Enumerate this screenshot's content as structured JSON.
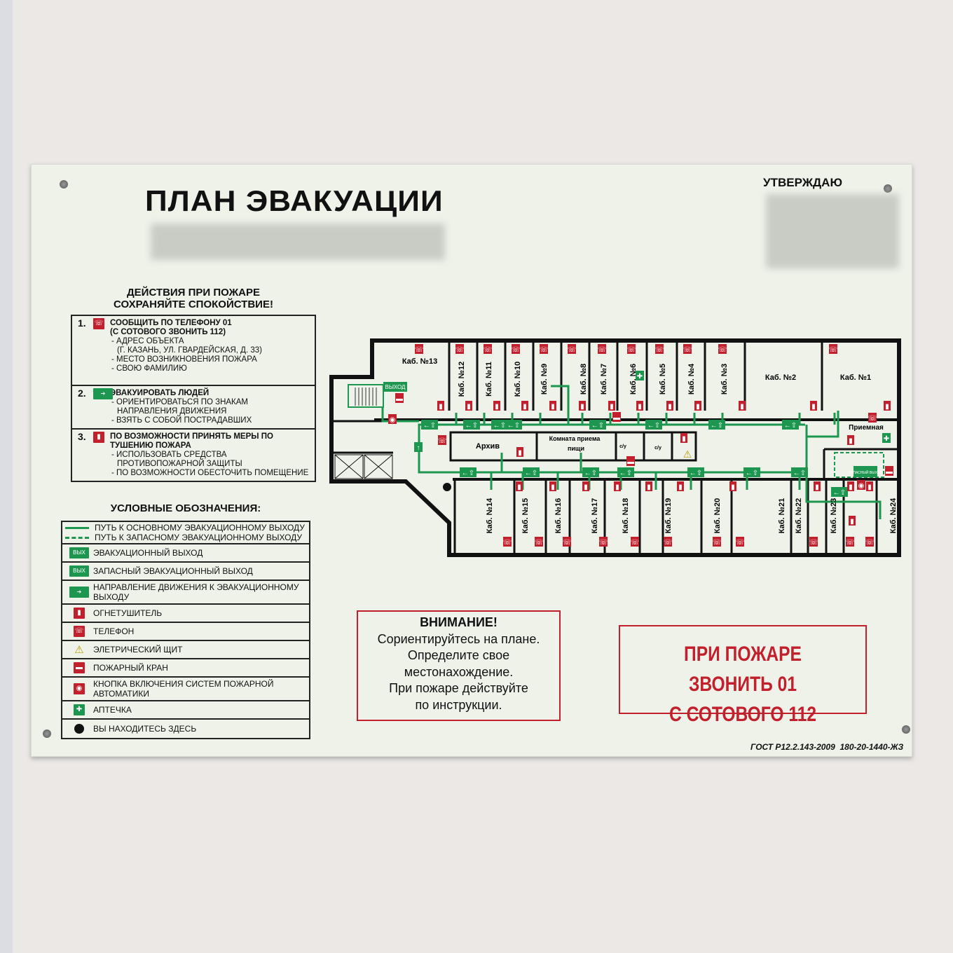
{
  "header": {
    "title": "ПЛАН ЭВАКУАЦИИ",
    "approval": "УТВЕРЖДАЮ"
  },
  "actions": {
    "heading1": "ДЕЙСТВИЯ ПРИ ПОЖАРЕ",
    "heading2": "СОХРАНЯЙТЕ СПОКОЙСТВИЕ!",
    "items": [
      {
        "num": "1.",
        "icon": "phone-icon",
        "title": "СООБЩИТЬ ПО ТЕЛЕФОНУ 01",
        "title2": "(С СОТОВОГО ЗВОНИТЬ 112)",
        "lines": [
          "- АДРЕС ОБЪЕКТА",
          "(Г. КАЗАНЬ, УЛ. ГВАРДЕЙСКАЯ, Д. 33)",
          "- МЕСТО ВОЗНИКНОВЕНИЯ ПОЖАРА",
          "- СВОЮ ФАМИЛИЮ"
        ]
      },
      {
        "num": "2.",
        "icon": "exit-direction-icon",
        "title": "ЭВАКУИРОВАТЬ ЛЮДЕЙ",
        "title2": "",
        "lines": [
          "- ОРИЕНТИРОВАТЬСЯ ПО ЗНАКАМ",
          "НАПРАВЛЕНИЯ ДВИЖЕНИЯ",
          "- ВЗЯТЬ С СОБОЙ ПОСТРАДАВШИХ"
        ]
      },
      {
        "num": "3.",
        "icon": "extinguisher-icon",
        "title": "ПО ВОЗМОЖНОСТИ ПРИНЯТЬ МЕРЫ ПО",
        "title2": "ТУШЕНИЮ ПОЖАРА",
        "lines": [
          "- ИСПОЛЬЗОВАТЬ СРЕДСТВА",
          "ПРОТИВОПОЖАРНОЙ ЗАЩИТЫ",
          "- ПО ВОЗМОЖНОСТИ ОБЕСТОЧИТЬ ПОМЕЩЕНИЕ"
        ]
      }
    ]
  },
  "legend": {
    "heading": "УСЛОВНЫЕ ОБОЗНАЧЕНИЯ:",
    "main_path": "ПУТЬ К ОСНОВНОМУ ЭВАКУАЦИОННОМУ ВЫХОДУ",
    "spare_path": "ПУТЬ К ЗАПАСНОМУ ЭВАКУАЦИОННОМУ ВЫХОДУ",
    "exit_sign": "ВЫХОД",
    "items": [
      {
        "icon": "exit-icon",
        "label": "ЭВАКУАЦИОННЫЙ ВЫХОД"
      },
      {
        "icon": "spare-exit-icon",
        "label": "ЗАПАСНЫЙ ЭВАКУАЦИОННЫЙ ВЫХОД"
      },
      {
        "icon": "exit-direction-icon",
        "label": "НАПРАВЛЕНИЕ ДВИЖЕНИЯ К ЭВАКУАЦИОННОМУ ВЫХОДУ"
      },
      {
        "icon": "extinguisher-icon",
        "label": "ОГНЕТУШИТЕЛЬ"
      },
      {
        "icon": "phone-icon",
        "label": "ТЕЛЕФОН"
      },
      {
        "icon": "electrical-panel-icon",
        "label": "ЭЛЕТРИЧЕСКИЙ ЩИТ"
      },
      {
        "icon": "fire-hydrant-icon",
        "label": "ПОЖАРНЫЙ КРАН"
      },
      {
        "icon": "fire-alarm-button-icon",
        "label": "КНОПКА ВКЛЮЧЕНИЯ СИСТЕМ ПОЖАРНОЙ АВТОМАТИКИ"
      },
      {
        "icon": "first-aid-icon",
        "label": "АПТЕЧКА"
      },
      {
        "icon": "you-are-here-icon",
        "label": "ВЫ НАХОДИТЕСЬ ЗДЕСЬ"
      }
    ]
  },
  "plan": {
    "top_rooms": [
      "Каб. №12",
      "Каб. №11",
      "Каб. №10",
      "Каб. №9",
      "Каб. №8",
      "Каб. №7",
      "Каб. №6",
      "Каб. №5",
      "Каб. №4",
      "Каб. №3"
    ],
    "room13": "Каб. №13",
    "room2": "Каб. №2",
    "room1": "Каб. №1",
    "reception": "Приемная",
    "archive": "Архив",
    "dining1": "Комната приема",
    "dining2": "пищи",
    "wc": "с/у",
    "bottom_rooms": [
      "Каб. №14",
      "Каб. №15",
      "Каб. №16",
      "Каб. №17",
      "Каб. №18",
      "Каб. №19",
      "Каб. №20",
      "Каб. №21",
      "Каб. №22",
      "Каб. №23",
      "Каб. №24"
    ],
    "exit": "ВЫХОД",
    "spare_exit": "ЗАПАСНЫЙ ВЫХОД"
  },
  "warning": {
    "title": "ВНИМАНИЕ!",
    "lines": [
      "Сориентируйтесь на плане.",
      "Определите свое",
      "местонахождение.",
      "При пожаре действуйте",
      "по инструкции."
    ]
  },
  "emergency": {
    "line1": "ПРИ ПОЖАРЕ ЗВОНИТЬ 01",
    "line2": "С СОТОВОГО 112"
  },
  "footer": {
    "gost": "ГОСТ Р12.2.143-2009",
    "code": "180-20-1440-ЖЗ"
  },
  "colors": {
    "red": "#c3202e",
    "green": "#1d9650",
    "plate": "#eef2e9",
    "wall": "#ebe8e6"
  }
}
